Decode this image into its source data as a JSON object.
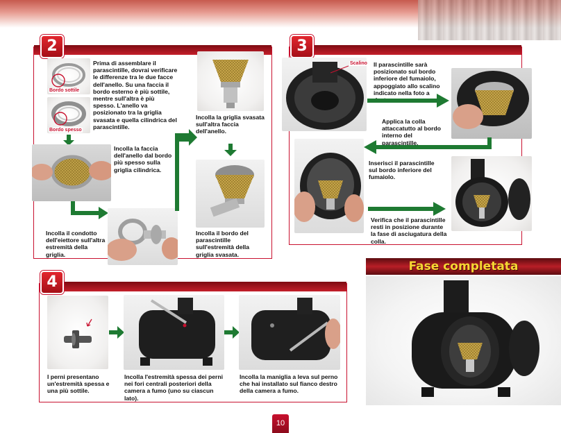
{
  "step2": {
    "number": "2",
    "intro": "Prima di assemblare il parascintille, dovrai verificare le differenze tra le due facce dell'anello. Su una faccia il bordo esterno è più sottile, mentre sull'altra è più spesso. L'anello va posizionato tra la griglia svasata e quella cilindrica del parascintille.",
    "label_thin": "Bordo sottile",
    "label_thick": "Bordo spesso",
    "glue_ring": "Incolla la faccia dell'anello dal bordo più spesso sulla griglia cilindrica.",
    "glue_ejector": "Incolla il condotto dell'eiettore sull'altra estremità della griglia.",
    "glue_flared": "Incolla la griglia svasata sull'altra faccia dell'anello.",
    "glue_edge": "Incolla il bordo del parascintille sull'estremità della griglia svasata."
  },
  "step3": {
    "number": "3",
    "label_step": "Scalino",
    "position": "Il parascintille sarà posizionato sul bordo inferiore del fumaiolo, appoggiato allo scalino indicato nella foto a destra.",
    "glue": "Applica la colla attaccatutto al bordo interno del parascintille.",
    "insert": "Inserisci il parascintille sul bordo inferiore del fumaiolo.",
    "check": "Verifica che il parascintille resti in posizione durante la fase di asciugatura della colla."
  },
  "step4": {
    "number": "4",
    "pins": "I perni presentano un'estremità spessa e una più sottile.",
    "glue_pins": "Incolla l'estremità spessa dei perni nei fori centrali posteriori della camera a fumo (uno su ciascun lato).",
    "glue_lever": "Incolla la maniglia a leva sul perno che hai installato sul fianco destro della camera a fumo."
  },
  "complete": {
    "title": "Fase completata"
  },
  "page": {
    "number": "10"
  },
  "colors": {
    "accent_red": "#c8102e",
    "arrow_green": "#1e7a32",
    "title_yellow": "#f7d733"
  }
}
